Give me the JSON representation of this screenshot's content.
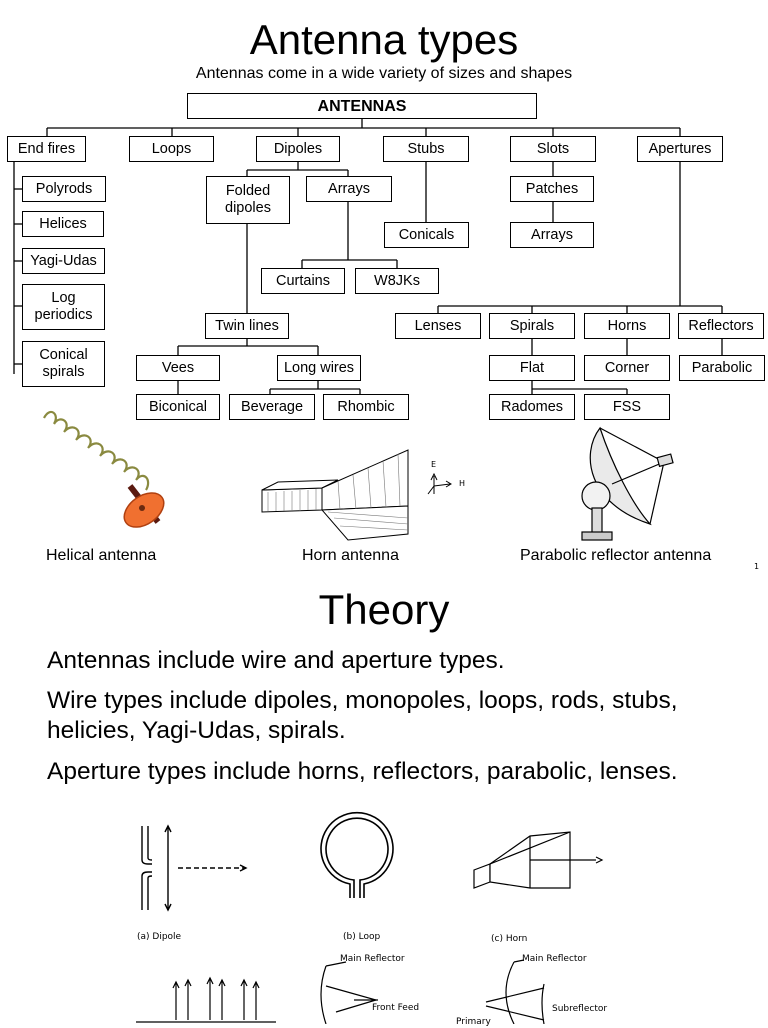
{
  "slide1": {
    "title": "Antenna types",
    "subtitle": "Antennas come in a wide variety of sizes and shapes",
    "page_number": "1",
    "tree": {
      "root": "ANTENNAS",
      "end_fires": "End fires",
      "loops": "Loops",
      "dipoles": "Dipoles",
      "stubs": "Stubs",
      "slots": "Slots",
      "apertures": "Apertures",
      "polyrods": "Polyrods",
      "helices": "Helices",
      "yagi_udas": "Yagi-Udas",
      "log_periodics": "Log periodics",
      "conical_spirals": "Conical spirals",
      "folded_dipoles": "Folded dipoles",
      "arrays_dipoles": "Arrays",
      "conicals": "Conicals",
      "patches": "Patches",
      "arrays_slots": "Arrays",
      "curtains": "Curtains",
      "w8jks": "W8JKs",
      "twin_lines": "Twin lines",
      "lenses": "Lenses",
      "spirals": "Spirals",
      "horns": "Horns",
      "reflectors": "Reflectors",
      "vees": "Vees",
      "long_wires": "Long wires",
      "flat": "Flat",
      "corner": "Corner",
      "parabolic": "Parabolic",
      "biconical": "Biconical",
      "beverage": "Beverage",
      "rhombic": "Rhombic",
      "radomes": "Radomes",
      "fss": "FSS"
    },
    "captions": {
      "helical": "Helical antenna",
      "horn": "Horn antenna",
      "parabolic": "Parabolic reflector antenna"
    },
    "horn_axes": {
      "e": "E",
      "h": "H"
    }
  },
  "slide2": {
    "title": "Theory",
    "bullets": [
      "Antennas include wire and aperture types.",
      "Wire types include dipoles, monopoles, loops, rods, stubs, helicies, Yagi-Udas, spirals.",
      "Aperture types include horns, reflectors, parabolic, lenses."
    ],
    "figure_labels": {
      "dipole": "(a) Dipole",
      "loop": "(b) Loop",
      "horn": "(c) Horn",
      "main_reflector_1": "Main Reflector",
      "front_feed": "Front Feed",
      "main_reflector_2": "Main Reflector",
      "subreflector": "Subreflector",
      "primary": "Primary"
    }
  }
}
